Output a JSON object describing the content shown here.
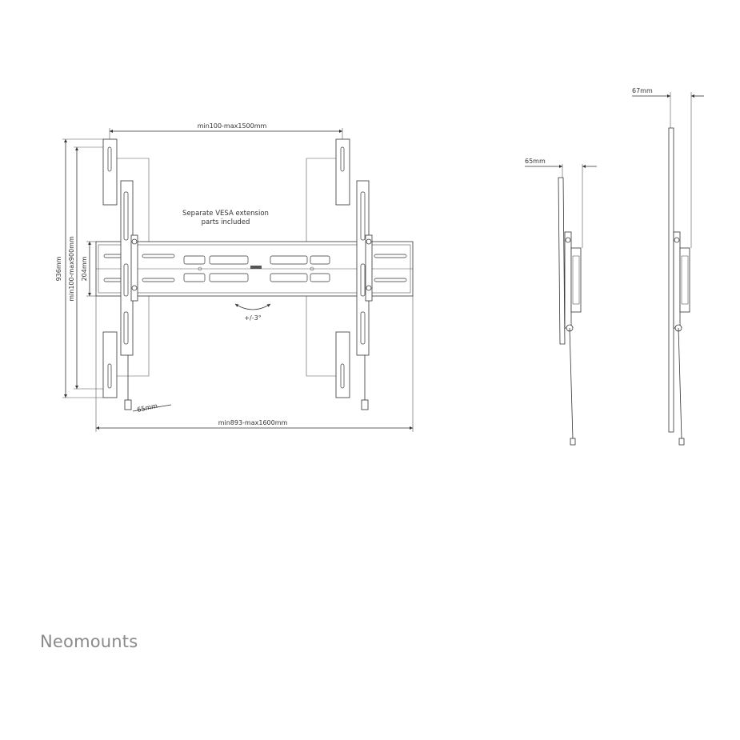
{
  "front_view": {
    "vesa_width_label": "min100-max1500mm",
    "total_height_label": "936mm",
    "vesa_height_label": "min100-max900mm",
    "rail_height_label": "204mm",
    "depth_label": "65mm",
    "rail_width_label": "min893-max1600mm",
    "tilt_label": "+/-3°",
    "note_line1": "Separate VESA extension",
    "note_line2": "parts included"
  },
  "side_view_min": {
    "depth_label": "65mm"
  },
  "side_view_max": {
    "depth_label": "67mm"
  },
  "brand": {
    "name": "Neomounts"
  }
}
